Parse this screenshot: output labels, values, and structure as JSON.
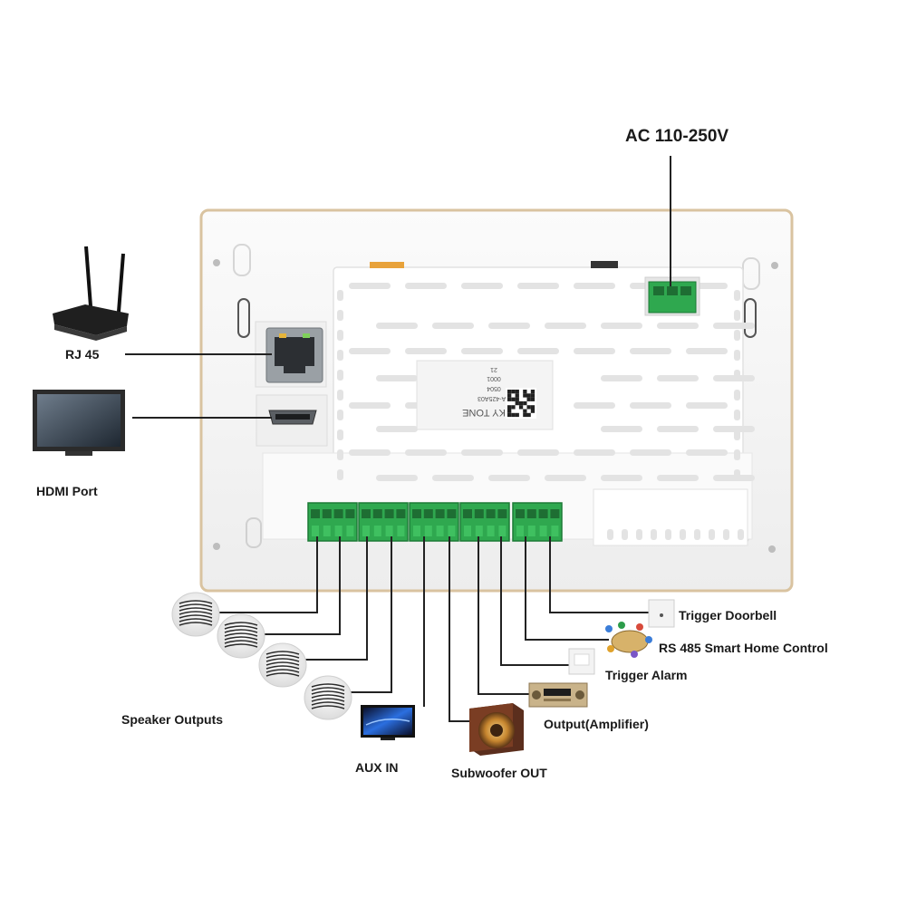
{
  "labels": {
    "ac_power": "AC 110-250V",
    "rj45": "RJ 45",
    "hdmi": "HDMI Port",
    "speakers": "Speaker Outputs",
    "aux_in": "AUX IN",
    "subwoofer": "Subwoofer OUT",
    "amplifier": "Output(Amplifier)",
    "alarm": "Trigger Alarm",
    "rs485": "RS 485 Smart Home Control",
    "doorbell": "Trigger Doorbell"
  },
  "sticker": {
    "brand": "LUCKY TONE",
    "model": "BA-425A03",
    "code1": "0504",
    "code2": "0001",
    "code3": "21"
  },
  "colors": {
    "terminal_green": "#2fa84f",
    "panel_white": "#f7f7f7",
    "panel_edge": "#d9c3a0",
    "line": "#222222"
  }
}
